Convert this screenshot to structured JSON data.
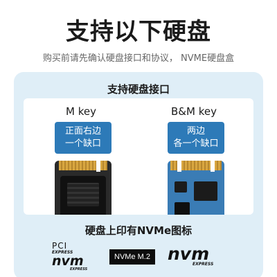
{
  "header": {
    "title": "支持以下硬盘",
    "subtitle": "购买前请先确认硬盘接口和协议， NVME硬盘盒"
  },
  "panel": {
    "section_title": "支持硬盘接口",
    "cards": [
      {
        "key": "M key",
        "callout_line1": "正面右边",
        "callout_line2": "一个缺口"
      },
      {
        "key": "B&M key",
        "callout_line1": "两边",
        "callout_line2": "各一个缺口"
      }
    ],
    "nvme_title": "硬盘上印有NVMe图标",
    "logos": {
      "pci_line1": "PCI",
      "pci_line2": "EXPRESS",
      "pci_nvm": "nvm",
      "pci_line3": "EXPRESS",
      "m2_label": "NVMe M.2",
      "nvm_big": "nvm",
      "nvm_express": "EXPRESS"
    }
  }
}
